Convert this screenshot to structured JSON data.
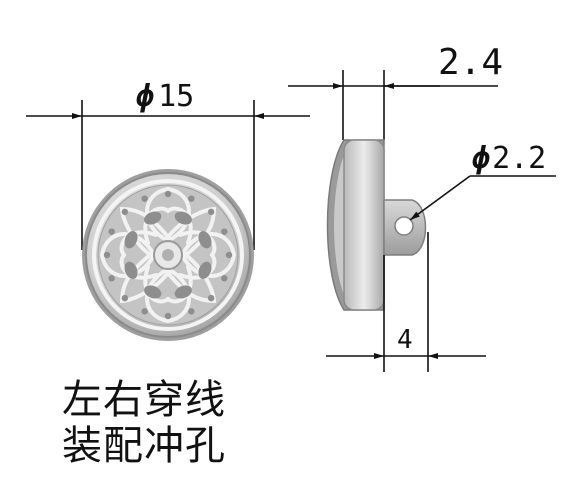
{
  "dimensions": {
    "front_diameter": {
      "symbol": "ϕ",
      "value": "15"
    },
    "thickness": {
      "value": "2.4"
    },
    "hole_diameter": {
      "symbol": "ϕ",
      "value": "2.2"
    },
    "shank_length": {
      "value": "4"
    }
  },
  "caption": {
    "line1": "左右穿线",
    "line2": "装配冲孔"
  },
  "colors": {
    "line": "#111111",
    "metal_light": "#e6e6e6",
    "metal_mid": "#bdbdbd",
    "metal_dark": "#8a8a8a"
  },
  "icons": {
    "front_view": "filigree-button-front",
    "side_view": "button-side-shank"
  }
}
